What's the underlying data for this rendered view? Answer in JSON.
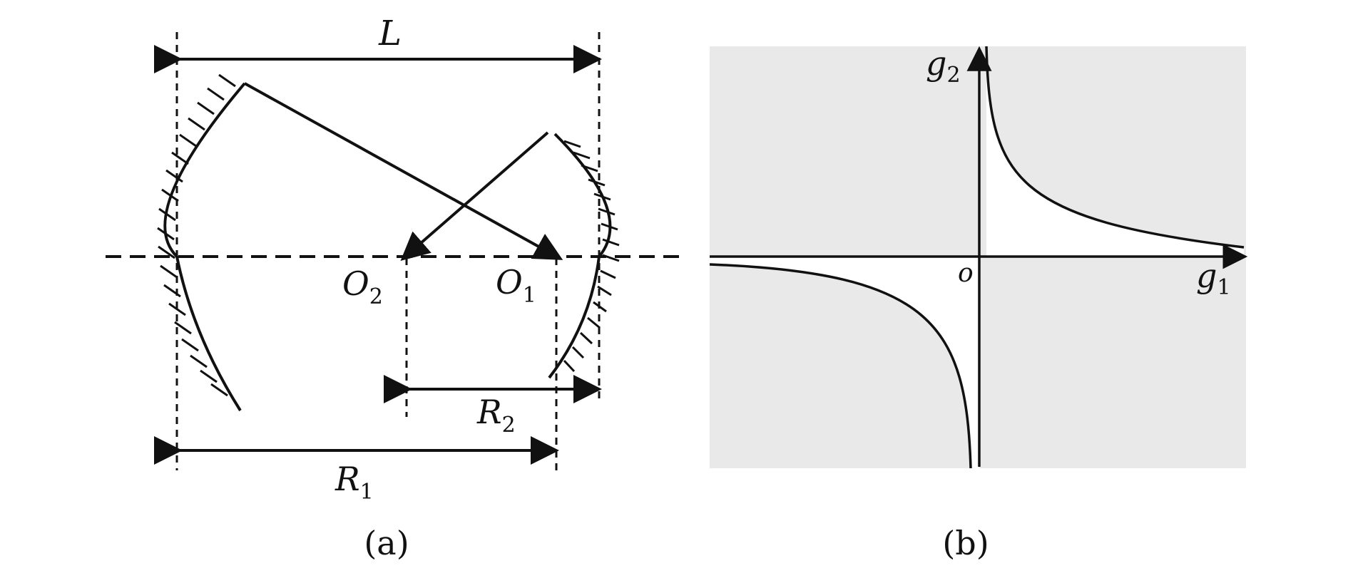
{
  "panel_a": {
    "labels": {
      "L": "L",
      "O2_main": "O",
      "O2_sub": "2",
      "O1_main": "O",
      "O1_sub": "1",
      "R2_main": "R",
      "R2_sub": "2",
      "R1_main": "R",
      "R1_sub": "1"
    },
    "caption": "(a)"
  },
  "panel_b": {
    "labels": {
      "g2_main": "g",
      "g2_sub": "2",
      "g1_main": "g",
      "g1_sub": "1",
      "origin": "o"
    },
    "caption": "(b)",
    "colors": {
      "unstable_region": "#e9e9e9",
      "stable_region": "#ffffff",
      "line": "#111111"
    }
  }
}
